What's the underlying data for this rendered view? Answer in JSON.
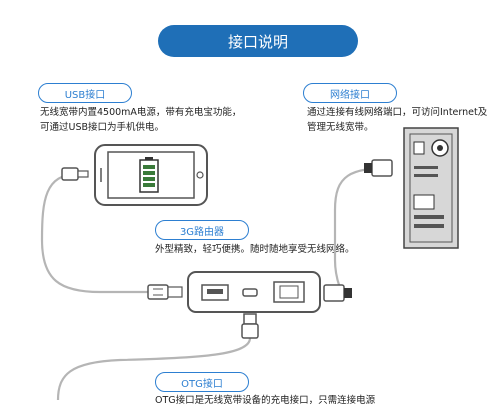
{
  "title": "接口说明",
  "usb": {
    "tag": "USB接口",
    "desc_line1": "无线宽带内置4500mA电源，带有充电宝功能，",
    "desc_line2": "可通过USB接口为手机供电。"
  },
  "network": {
    "tag": "网络接口",
    "desc_line1": "通过连接有线网络端口，可访问Internet及",
    "desc_line2": "管理无线宽带。"
  },
  "router": {
    "tag": "3G路由器",
    "desc": "外型精致，轻巧便携。随时随地享受无线网络。"
  },
  "otg": {
    "tag": "OTG接口",
    "desc": "OTG接口是无线宽带设备的充电接口，只需连接电源"
  },
  "colors": {
    "accent": "#1f6fb7",
    "tag_border": "#2d7fd1",
    "cable": "#b5b5b5",
    "device_outline": "#555555",
    "battery_green": "#3a7a3a"
  }
}
